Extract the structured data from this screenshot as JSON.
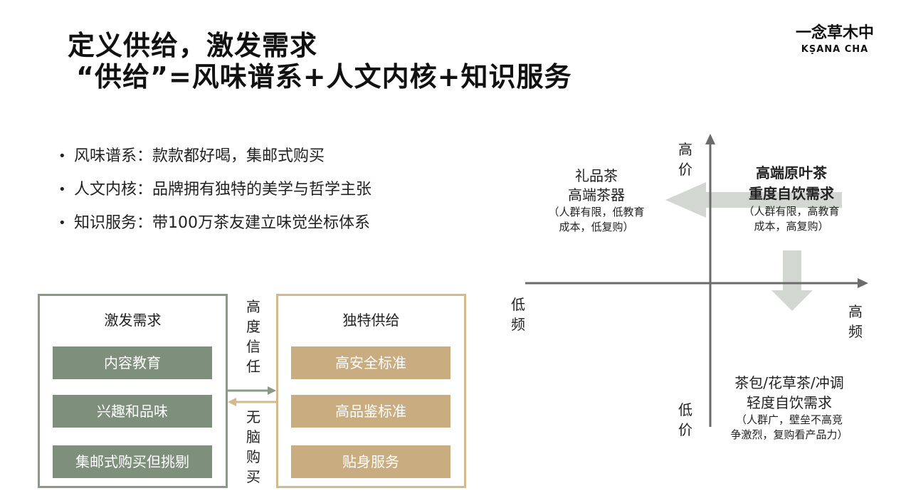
{
  "title": {
    "line1": "定义供给，激发需求",
    "line2": "“供给”=风味谱系+人文内核+知识服务"
  },
  "brand": {
    "cn": "一念草木中",
    "en": "KṢANA CHA"
  },
  "bullets": [
    "风味谱系：款款都好喝，集邮式购买",
    "人文内核：品牌拥有独特的美学与哲学主张",
    "知识服务：带100万茶友建立味觉坐标体系"
  ],
  "demand_box": {
    "title": "激发需求",
    "items": [
      "内容教育",
      "兴趣和品味",
      "集邮式购买但挑剔"
    ]
  },
  "supply_box": {
    "title": "独特供给",
    "items": [
      "高安全标准",
      "高品鉴标准",
      "贴身服务"
    ]
  },
  "connector": {
    "top_label": [
      "高",
      "度",
      "信",
      "任"
    ],
    "bottom_label": [
      "无",
      "脑",
      "购",
      "买"
    ]
  },
  "quadrant": {
    "axis": {
      "high_price": [
        "高",
        "价"
      ],
      "low_price": [
        "低",
        "价"
      ],
      "low_freq": [
        "低",
        "频"
      ],
      "high_freq": [
        "高",
        "频"
      ]
    },
    "top_left": {
      "line1": "礼品茶",
      "line2": "高端茶器",
      "note1": "（人群有限，低教育",
      "note2": "成本，低复购）"
    },
    "top_right": {
      "line1": "高端原叶茶",
      "line2": "重度自饮需求",
      "note1": "（人群有限，高教育",
      "note2": "成本，高复购）"
    },
    "bottom_right": {
      "line1": "茶包/花草茶/冲调",
      "line2": "轻度自饮需求",
      "note1": "（人群广，壁垒不高竞",
      "note2": "争激烈，复购看产品力）"
    }
  },
  "colors": {
    "green": "#7e8f7b",
    "green_border": "#8a9a87",
    "tan": "#c9ad80",
    "tan_border": "#d2b990",
    "arrow_fill": "#cdd3cc",
    "axis": "#6b6b6b"
  }
}
